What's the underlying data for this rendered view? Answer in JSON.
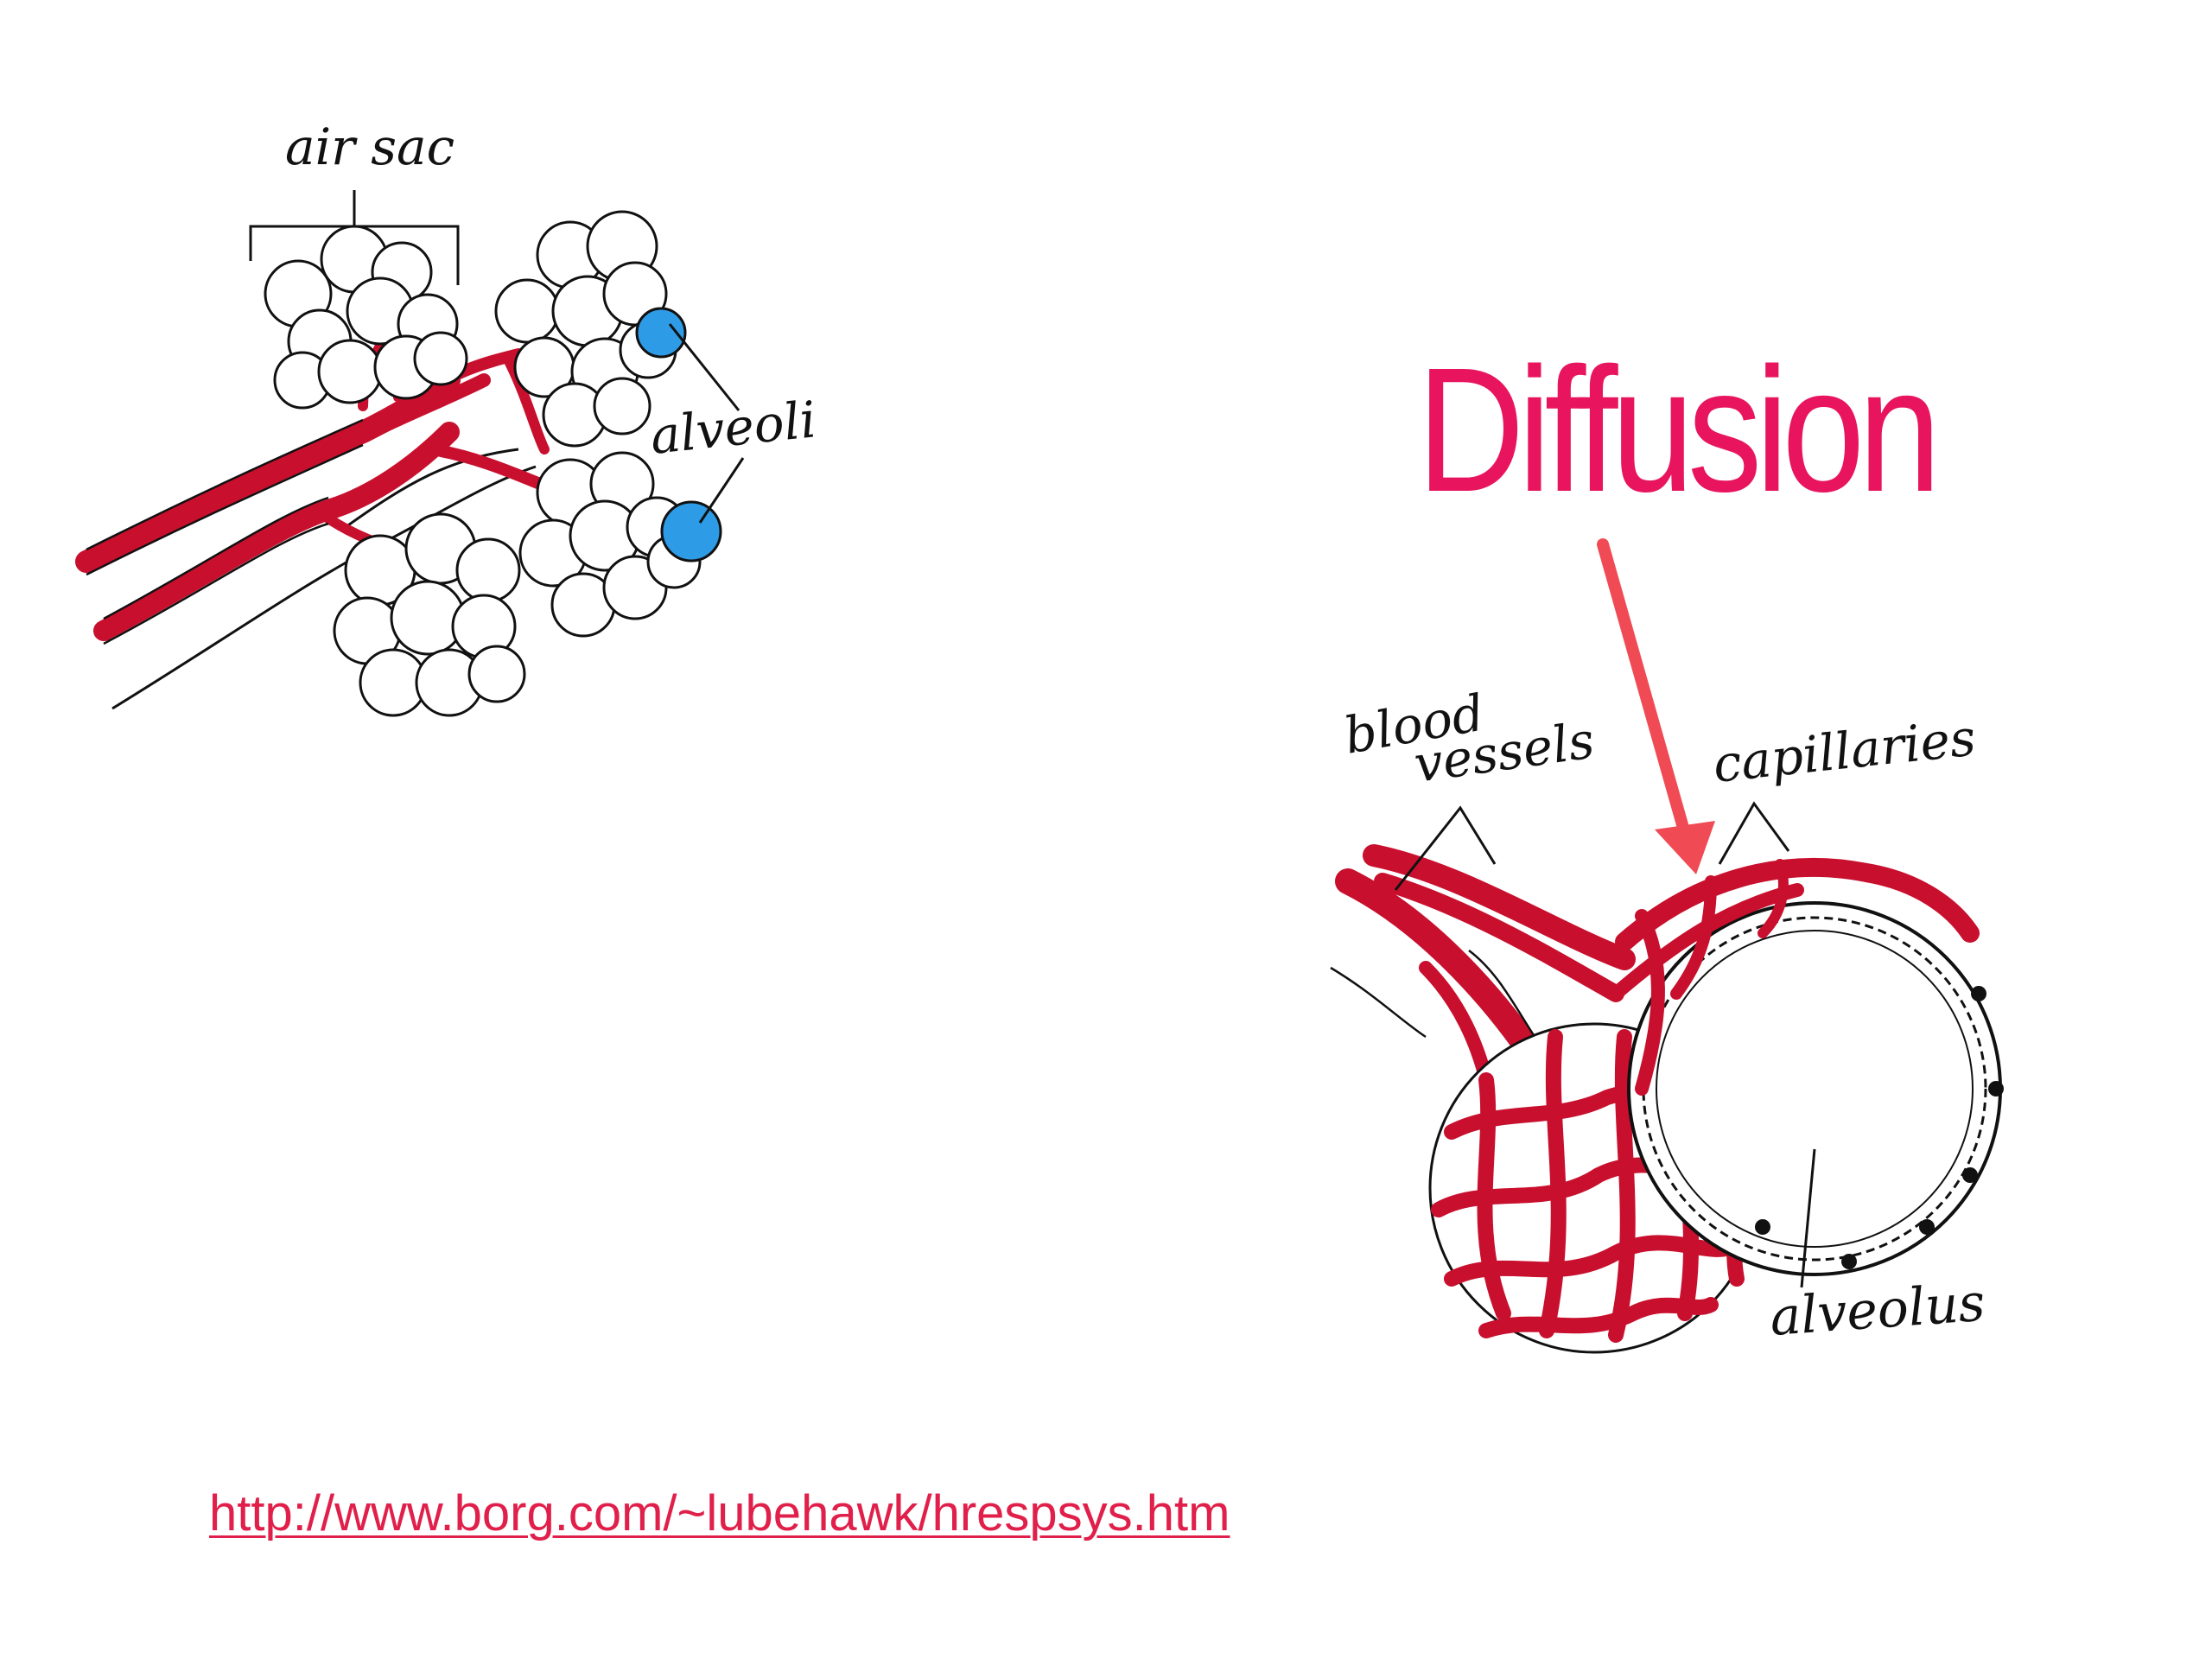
{
  "title": "Diffusion",
  "left_diagram": {
    "label_air_sac": "air sac",
    "label_alveoli": "alveoli"
  },
  "right_diagram": {
    "label_blood": "blood",
    "label_vessels": "vessels",
    "label_capillaries": "capillaries",
    "label_alveolus": "alveolus"
  },
  "source": {
    "url_text": "http://www.borg.com/~lubehawk/hrespsys.htm"
  },
  "colors": {
    "title": "#E8155E",
    "arrow": "#F04B55",
    "vessel": "#C8102E",
    "highlight": "#2E9BE6",
    "link": "#E0204A",
    "ink": "#111111"
  },
  "icons": {
    "arrow": "arrow-down-icon"
  }
}
